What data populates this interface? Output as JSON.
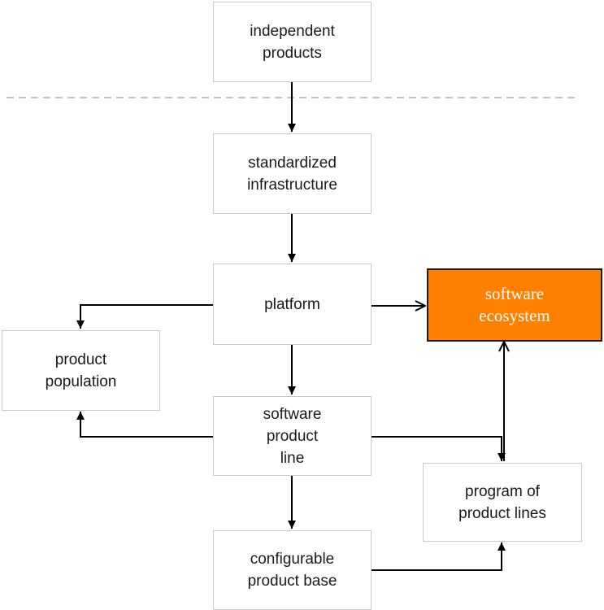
{
  "diagram": {
    "nodes": {
      "independent_products": "independent\nproducts",
      "standardized_infrastructure": "standardized\ninfrastructure",
      "platform": "platform",
      "software_ecosystem": "software\necosystem",
      "product_population": "product\npopulation",
      "software_product_line": "software\nproduct\nline",
      "program_of_product_lines": "program of\nproduct lines",
      "configurable_product_base": "configurable\nproduct base"
    },
    "colors": {
      "highlight_fill": "#ff7f00",
      "highlight_text": "#ffffff",
      "edge": "#000000",
      "separator": "#b0b0b0"
    }
  }
}
